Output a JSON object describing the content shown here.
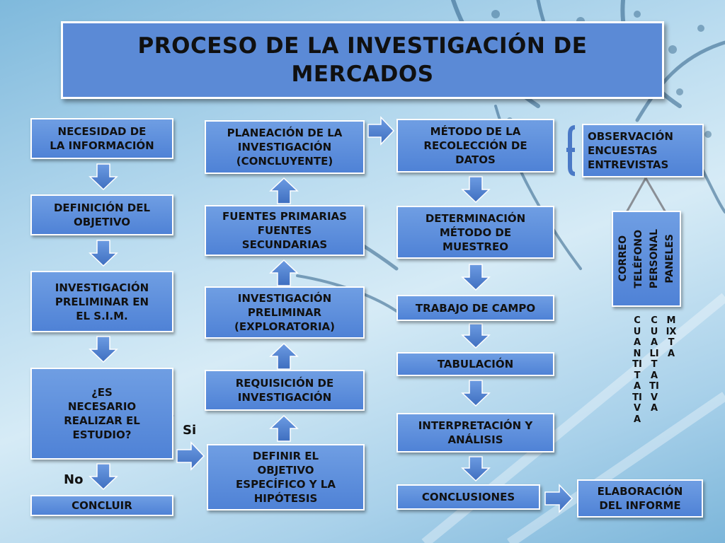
{
  "title": "PROCESO DE LA INVESTIGACIÓN DE\nMERCADOS",
  "col1": {
    "necesidad": "NECESIDAD DE\nLA INFORMACIÓN",
    "definicion": "DEFINICIÓN DEL\nOBJETIVO",
    "preliminar_sim": "INVESTIGACIÓN\nPRELIMINAR EN\nEL S.I.M.",
    "decision": "¿ES\nNECESARIO\nREALIZAR EL\nESTUDIO?",
    "concluir": "CONCLUIR"
  },
  "col2": {
    "planeacion": "PLANEACIÓN DE LA\nINVESTIGACIÓN\n(CONCLUYENTE)",
    "fuentes": "FUENTES PRIMARIAS\nFUENTES\nSECUNDARIAS",
    "exploratoria": "INVESTIGACIÓN\nPRELIMINAR\n(EXPLORATORIA)",
    "requisicion": "REQUISICIÓN DE\nINVESTIGACIÓN",
    "definir": "DEFINIR EL\nOBJETIVO\nESPECÍFICO Y LA\nHIPÓTESIS"
  },
  "col3": {
    "metodo": "MÉTODO DE LA\nRECOLECCIÓN DE\nDATOS",
    "muestreo": "DETERMINACIÓN\nMÉTODO DE\nMUESTREO",
    "trabajo": "TRABAJO DE CAMPO",
    "tabulacion": "TABULACIÓN",
    "interpretacion": "INTERPRETACIÓN Y\nANÁLISIS",
    "conclusiones": "CONCLUSIONES"
  },
  "col4": {
    "tecnicas": "OBSERVACIÓN\nENCUESTAS\nENTREVISTAS",
    "medios": [
      "CORREO",
      "TELÉFONO",
      "PERSONAL",
      "PANELES"
    ],
    "cuantitativa": "CUANTITATIVA",
    "cualitativa": "CUALITATIVA",
    "mixta": "MIXTA",
    "elaboracion": "ELABORACIÓN\nDEL INFORME"
  },
  "labels": {
    "si": "Si",
    "no": "No"
  },
  "colors": {
    "box": "#5b8ad6",
    "arrow": "#4a79c6",
    "border": "#ffffff"
  }
}
